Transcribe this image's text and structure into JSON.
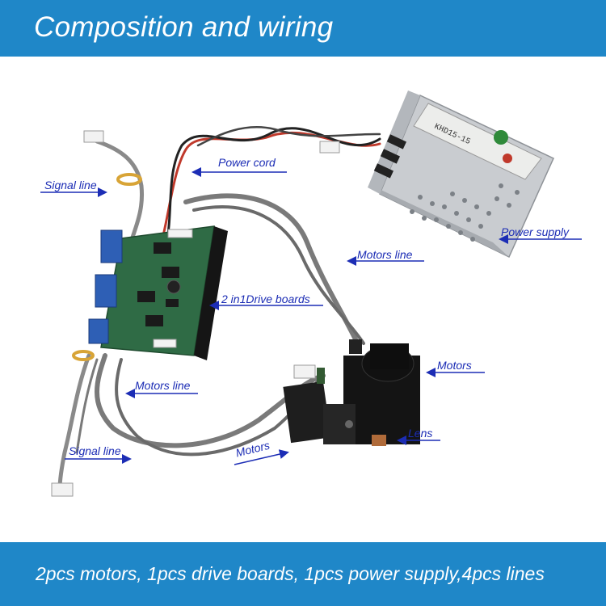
{
  "header": {
    "title": "Composition and wiring"
  },
  "footer": {
    "caption": "2pcs motors, 1pcs drive boards, 1pcs power supply,4pcs lines"
  },
  "labels": {
    "power_cord": "Power cord",
    "signal_line_top": "Signal line",
    "power_supply": "Power supply",
    "motors_line_right": "Motors line",
    "drive_boards": "2 in1Drive boards",
    "motors_line_left": "Motors line",
    "motors_right": "Motors",
    "lens": "Lens",
    "signal_line_bottom": "Signal line",
    "motors_bottom": "Motors"
  },
  "psu_model": "KHD15-15",
  "colors": {
    "banner": "#1f87c8",
    "label_text": "#1c2db5",
    "arrow": "#1c2db5"
  }
}
